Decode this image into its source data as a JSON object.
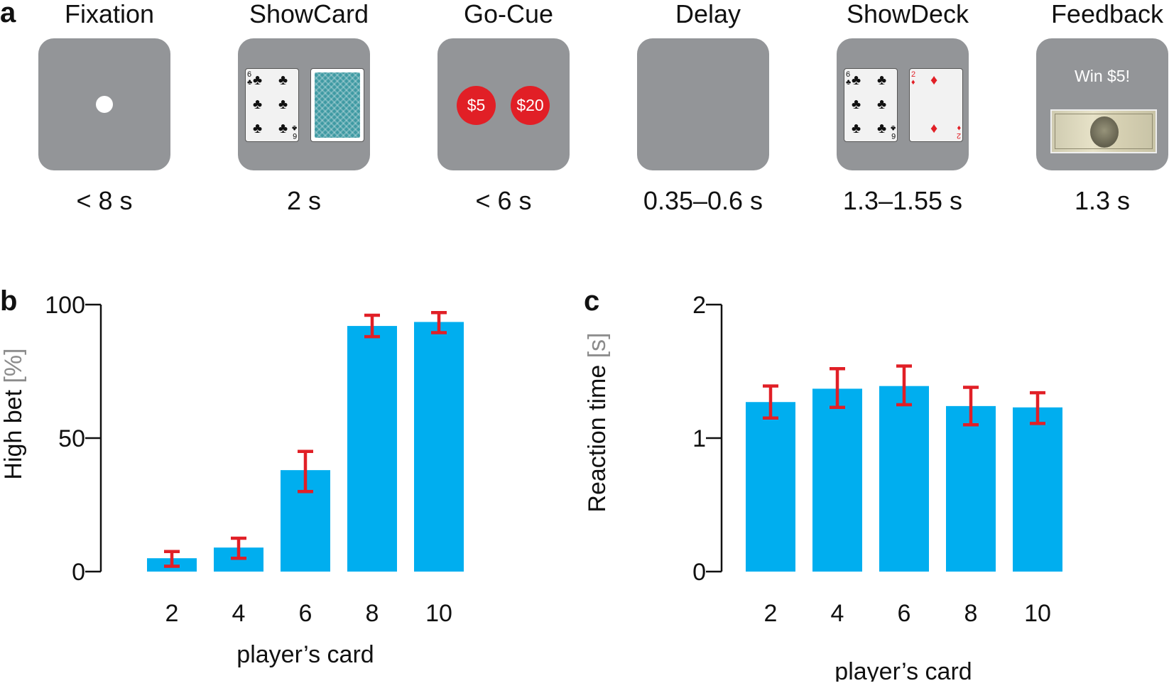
{
  "panels": {
    "a": "a",
    "b": "b",
    "c": "c"
  },
  "stages": [
    {
      "title": "Fixation",
      "duration": "< 8 s"
    },
    {
      "title": "ShowCard",
      "duration": "2 s"
    },
    {
      "title": "Go-Cue",
      "duration": "< 6 s"
    },
    {
      "title": "Delay",
      "duration": "0.35–0.6 s"
    },
    {
      "title": "ShowDeck",
      "duration": "1.3–1.55 s"
    },
    {
      "title": "Feedback",
      "duration": "1.3 s"
    }
  ],
  "chips": [
    "$5",
    "$20"
  ],
  "feedback_text": "Win $5!",
  "cards": {
    "six": {
      "rank": "6",
      "suit": "♣"
    },
    "two": {
      "rank": "2",
      "suit": "♦"
    }
  },
  "colors": {
    "bar": "#00aeef",
    "error": "#e11f26",
    "screen": "#939598",
    "unit": "#8c8c8c"
  },
  "chart_data": [
    {
      "type": "bar",
      "panel": "b",
      "categories": [
        "2",
        "4",
        "6",
        "8",
        "10"
      ],
      "values": [
        5,
        9,
        38,
        92,
        93.5
      ],
      "errors": [
        [
          2,
          7.5
        ],
        [
          5,
          12.5
        ],
        [
          30,
          45
        ],
        [
          88,
          96
        ],
        [
          89.5,
          97
        ]
      ],
      "ylabel": "High bet",
      "ylabel_unit": "[%]",
      "xlabel": "player’s card",
      "ylim": [
        0,
        100
      ],
      "yticks": [
        0,
        50,
        100
      ]
    },
    {
      "type": "bar",
      "panel": "c",
      "categories": [
        "2",
        "4",
        "6",
        "8",
        "10"
      ],
      "values": [
        1.27,
        1.37,
        1.39,
        1.24,
        1.23
      ],
      "errors": [
        [
          1.15,
          1.39
        ],
        [
          1.23,
          1.52
        ],
        [
          1.25,
          1.54
        ],
        [
          1.1,
          1.38
        ],
        [
          1.11,
          1.34
        ]
      ],
      "ylabel": "Reaction time",
      "ylabel_unit": "[s]",
      "xlabel": "player’s card",
      "ylim": [
        0,
        2
      ],
      "yticks": [
        0,
        1,
        2
      ]
    }
  ]
}
